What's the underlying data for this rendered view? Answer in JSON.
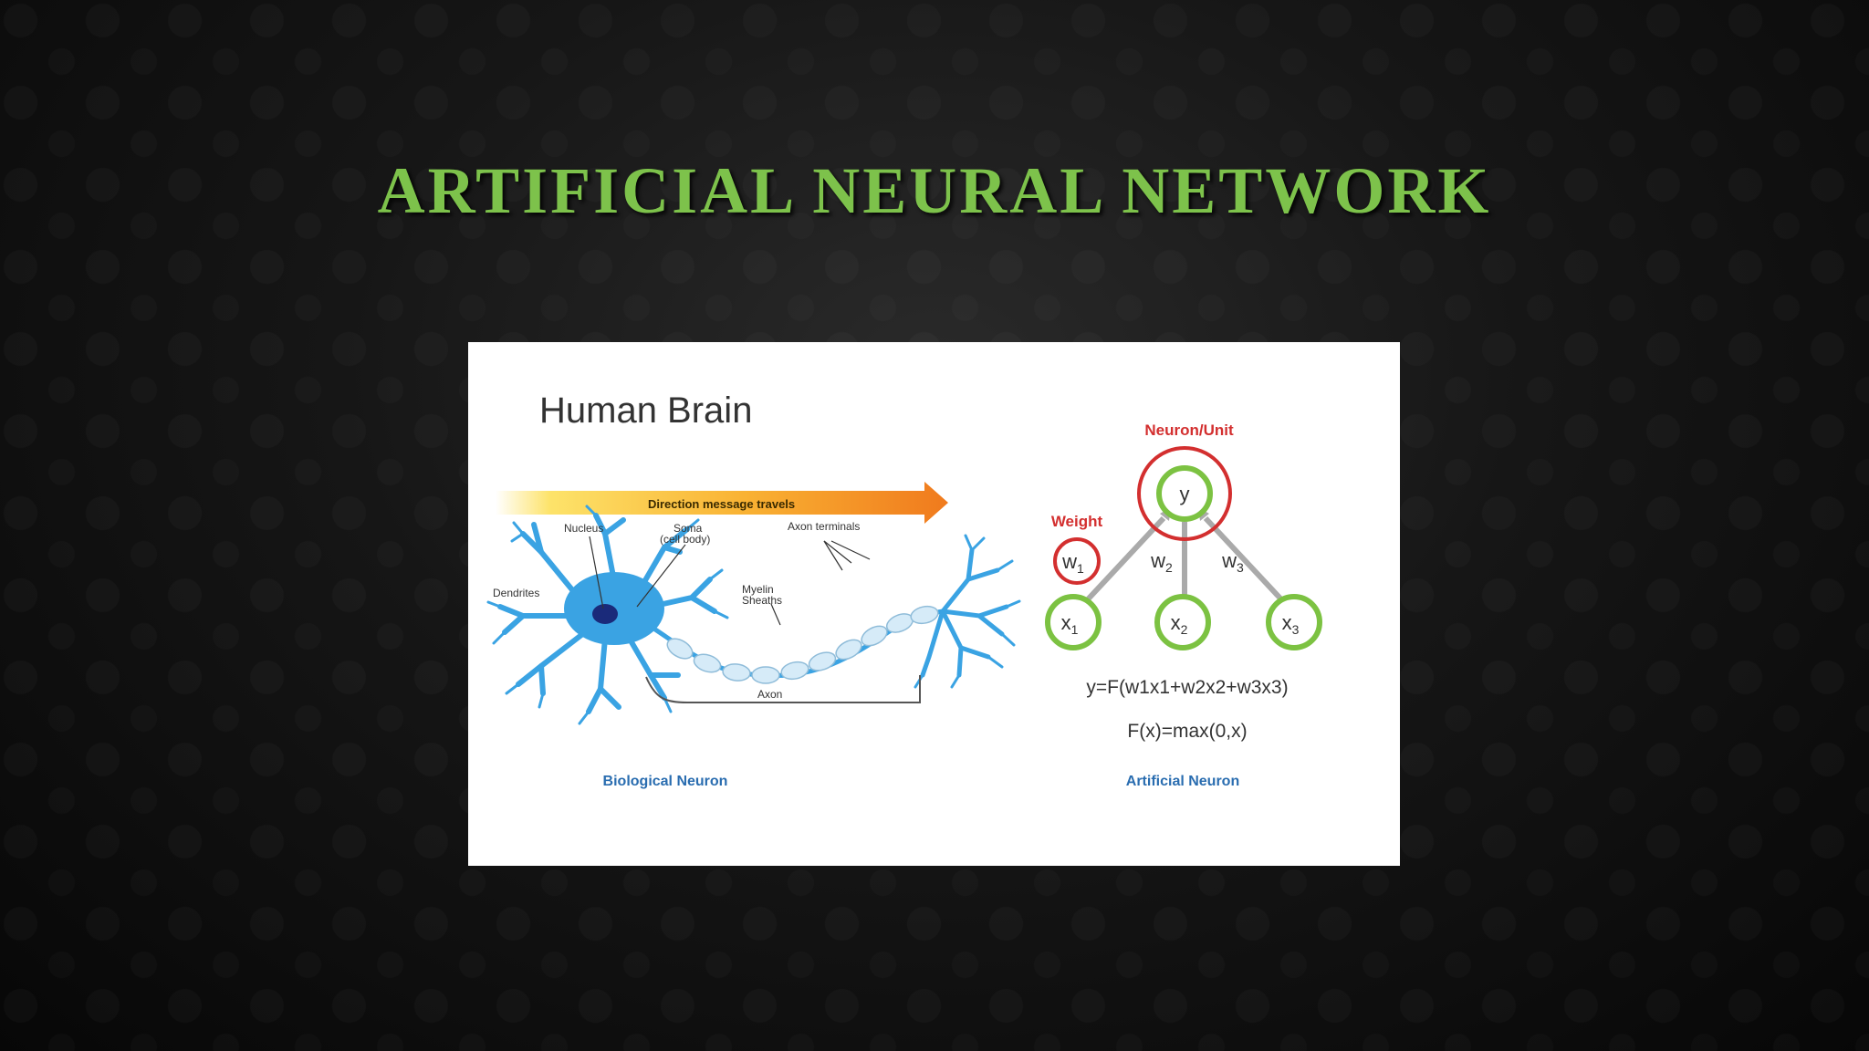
{
  "slide": {
    "title": "ARTIFICIAL NEURAL NETWORK",
    "title_color": "#7dc24b"
  },
  "biological": {
    "heading": "Human Brain",
    "arrow_label": "Direction message travels",
    "labels": {
      "nucleus": "Nucleus",
      "soma_line1": "Soma",
      "soma_line2": "(cell body)",
      "dendrites": "Dendrites",
      "axon_terminals": "Axon terminals",
      "myelin_line1": "Myelin",
      "myelin_line2": "Sheaths",
      "axon": "Axon"
    },
    "caption": "Biological Neuron",
    "neuron_color": "#3aa3e3"
  },
  "artificial": {
    "neuron_label": "Neuron/Unit",
    "weight_label": "Weight",
    "output_node": "y",
    "weights": [
      {
        "base": "w",
        "sub": "1"
      },
      {
        "base": "w",
        "sub": "2"
      },
      {
        "base": "w",
        "sub": "3"
      }
    ],
    "inputs": [
      {
        "base": "x",
        "sub": "1"
      },
      {
        "base": "x",
        "sub": "2"
      },
      {
        "base": "x",
        "sub": "3"
      }
    ],
    "formula_line1": "y=F(w1x1+w2x2+w3x3)",
    "formula_line2": "F(x)=max(0,x)",
    "caption": "Artificial Neuron",
    "node_color": "#7cc242",
    "highlight_color": "#d32f2f"
  }
}
